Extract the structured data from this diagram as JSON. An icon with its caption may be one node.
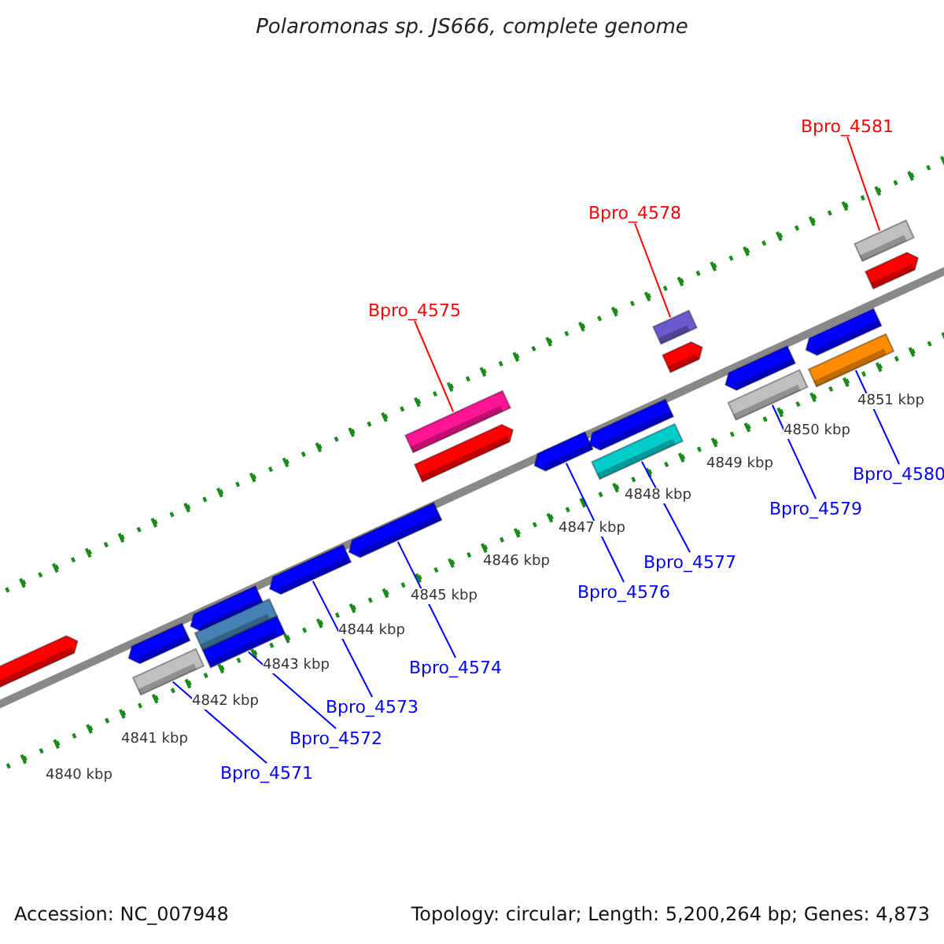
{
  "diagram": {
    "title": "Polaromonas sp. JS666, complete genome",
    "nodes": [
      {
        "text": [
          "Bpro_4581"
        ]
      },
      {
        "text": [
          "Bpro_4578"
        ]
      },
      {
        "text": [
          "Bpro_4575"
        ]
      },
      {
        "text": [
          "Bpro_4580"
        ]
      },
      {
        "text": [
          "Bpro_4579"
        ]
      },
      {
        "text": [
          "Bpro_4577"
        ]
      },
      {
        "text": [
          "Bpro_4576"
        ]
      },
      {
        "text": [
          "Bpro_4574"
        ]
      },
      {
        "text": [
          "Bpro_4573"
        ]
      },
      {
        "text": [
          "Bpro_4572"
        ]
      },
      {
        "text": [
          "Bpro_4571"
        ]
      },
      {
        "text": [],
        "shape": "bar"
      },
      {
        "text": [],
        "shape": "bar"
      },
      {
        "text": [],
        "shape": "bar"
      },
      {
        "text": [],
        "shape": "bar"
      },
      {
        "text": [],
        "shape": "bar"
      },
      {
        "text": [],
        "shape": "bar"
      },
      {
        "text": [],
        "shape": "bar"
      },
      {
        "text": [],
        "shape": "bar"
      },
      {
        "text": [],
        "shape": "bar"
      },
      {
        "text": [],
        "shape": "bar"
      },
      {
        "text": [],
        "shape": "bar"
      },
      {
        "text": [],
        "shape": "bar"
      },
      {
        "text": [],
        "shape": "bar"
      },
      {
        "text": [],
        "shape": "bar"
      },
      {
        "text": [],
        "shape": "bar"
      },
      {
        "text": [],
        "shape": "bar"
      },
      {
        "text": [],
        "shape": "bar"
      },
      {
        "text": [],
        "shape": "bar"
      },
      {
        "text": [],
        "shape": "bar"
      },
      {
        "text": [],
        "shape": "bar"
      },
      {
        "text": [],
        "shape": "bar"
      }
    ],
    "edges": [
      {
        "from": 0,
        "to": 30,
        "arrow": "none",
        "color": "#ff0000"
      },
      {
        "from": 1,
        "to": 24,
        "arrow": "none",
        "color": "#ff0000"
      },
      {
        "from": 2,
        "to": 19,
        "arrow": "none",
        "color": "#ff0000"
      },
      {
        "from": 3,
        "to": 29,
        "arrow": "none"
      },
      {
        "from": 4,
        "to": 27,
        "arrow": "none"
      },
      {
        "from": 5,
        "to": 23,
        "arrow": "none"
      },
      {
        "from": 6,
        "to": 21,
        "arrow": "none"
      },
      {
        "from": 7,
        "to": 18,
        "arrow": "none"
      },
      {
        "from": 8,
        "to": 17,
        "arrow": "none"
      },
      {
        "from": 9,
        "to": 16,
        "arrow": "none"
      },
      {
        "from": 10,
        "to": 13,
        "arrow": "none"
      }
    ],
    "labels": [
      "4851 kbp",
      "4850 kbp",
      "4849 kbp",
      "4848 kbp",
      "4847 kbp",
      "4846 kbp",
      "4845 kbp",
      "4844 kbp",
      "4843 kbp",
      "4842 kbp",
      "4841 kbp",
      "4840 kbp",
      "Accession: NC_007948",
      "Topology: circular; Length: 5,200,264 bp; Genes: 4,873"
    ]
  }
}
